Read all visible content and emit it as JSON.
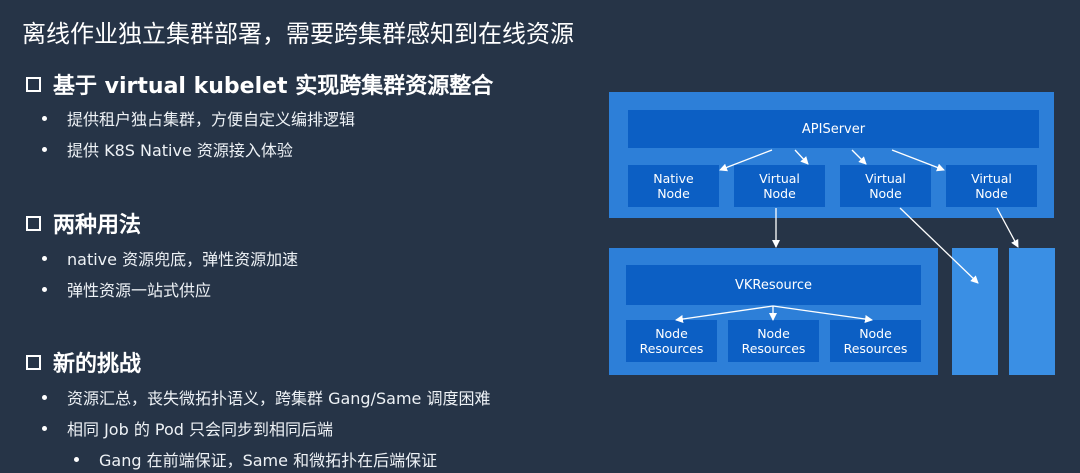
{
  "title": "离线作业独立集群部署，需要跨集群感知到在线资源",
  "sections": [
    {
      "heading": "基于 virtual kubelet 实现跨集群资源整合",
      "bullets": [
        "提供租户独占集群，方便自定义编排逻辑",
        "提供 K8S Native 资源接入体验"
      ]
    },
    {
      "heading": "两种用法",
      "bullets": [
        "native 资源兜底，弹性资源加速",
        "弹性资源一站式供应"
      ]
    },
    {
      "heading": "新的挑战",
      "bullets": [
        "资源汇总，丧失微拓扑语义，跨集群 Gang/Same 调度困难",
        "相同 Job 的 Pod 只会同步到相同后端"
      ],
      "sub_bullets": [
        "Gang 在前端保证，Same 和微拓扑在后端保证"
      ]
    }
  ],
  "diagram": {
    "apiserver": "APIServer",
    "nodes": [
      {
        "line1": "Native",
        "line2": "Node"
      },
      {
        "line1": "Virtual",
        "line2": "Node"
      },
      {
        "line1": "Virtual",
        "line2": "Node"
      },
      {
        "line1": "Virtual",
        "line2": "Node"
      }
    ],
    "vkresource": "VKResource",
    "resources": [
      {
        "line1": "Node",
        "line2": "Resources"
      },
      {
        "line1": "Node",
        "line2": "Resources"
      },
      {
        "line1": "Node",
        "line2": "Resources"
      }
    ],
    "colors": {
      "outer": "#2d7fd8",
      "inner": "#0c5fc4",
      "side": "#3a8fe4",
      "background": "#263447"
    }
  }
}
